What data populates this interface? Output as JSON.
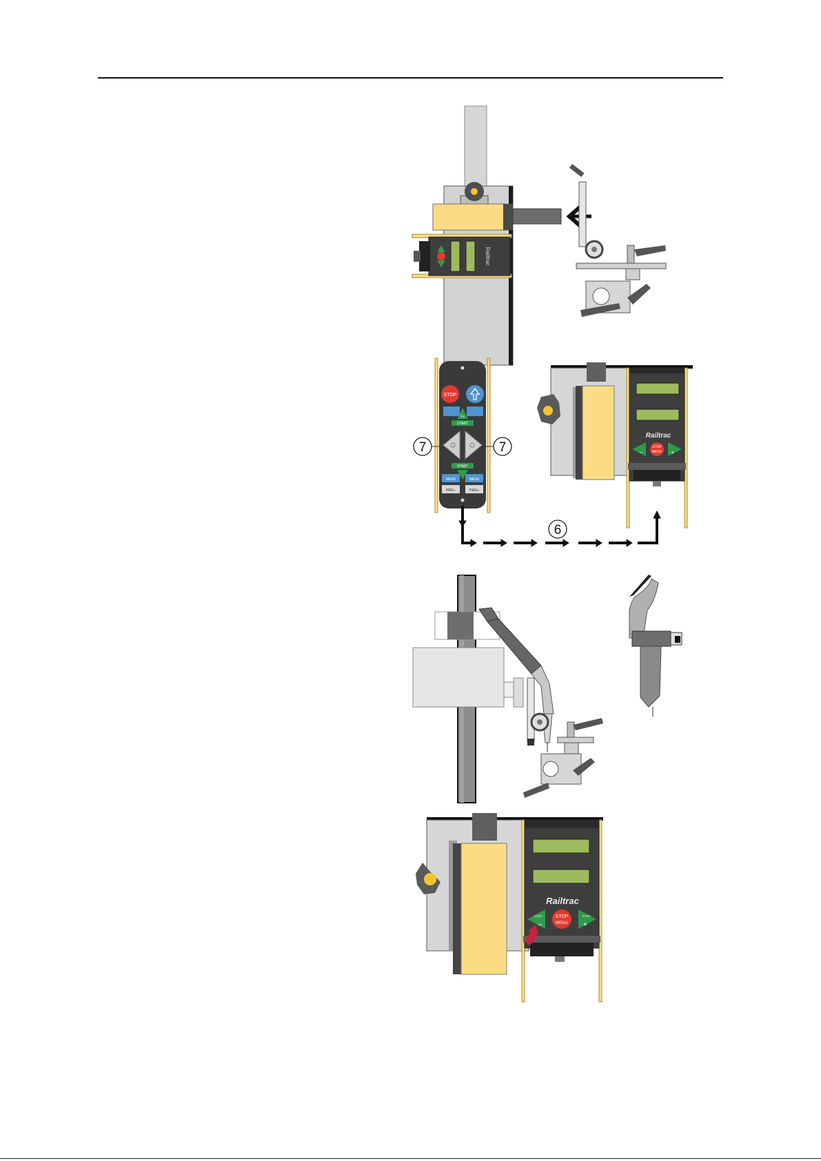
{
  "colors": {
    "yellow": "#fcdc82",
    "dark_panel": "#3e3e3e",
    "panel_black": "#2a2a2a",
    "lcd_green": "#9dbb5c",
    "button_green": "#2f9b4a",
    "button_red": "#e23a2e",
    "button_blue": "#4f93d2",
    "light_gray": "#d6d6d6",
    "mid_gray": "#8c8c8c",
    "knob_gray": "#5a5a5a",
    "arrow_red": "#c8233a"
  },
  "figure1": {
    "device_brand": "Railtrac"
  },
  "figure2": {
    "pendant": {
      "stop": "STOP",
      "v_plus": "V+",
      "start_up": "START",
      "start_down": "START",
      "menu_left": "MENU",
      "menu_right": "MENU",
      "prg_minus": "PRG–",
      "prg_plus": "PRG+"
    },
    "callouts": {
      "left": "7",
      "right": "7",
      "bottom": "6"
    },
    "carriage": {
      "brand": "Railtrac",
      "stop": "STOP",
      "menu": "MENU",
      "minus": "–",
      "plus": "+"
    }
  },
  "figure4": {
    "brand": "Railtrac",
    "start_left": "START",
    "start_right": "START",
    "stop": "STOP",
    "menu": "MENU",
    "minus": "–",
    "plus": "+"
  }
}
